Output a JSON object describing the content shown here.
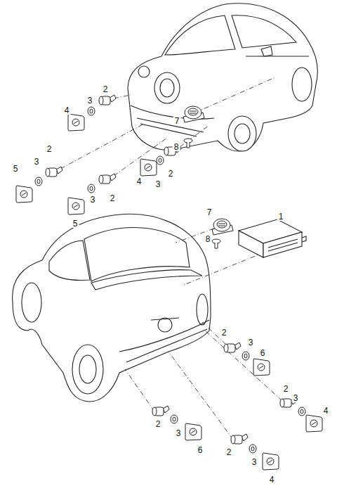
{
  "diagram": {
    "labels": [
      "2",
      "3",
      "4",
      "7",
      "8",
      "2",
      "3",
      "5",
      "2",
      "4",
      "3",
      "2",
      "3",
      "5",
      "7",
      "1",
      "8",
      "2",
      "3",
      "6",
      "2",
      "3",
      "4",
      "2",
      "3",
      "6",
      "2",
      "3",
      "4"
    ]
  }
}
